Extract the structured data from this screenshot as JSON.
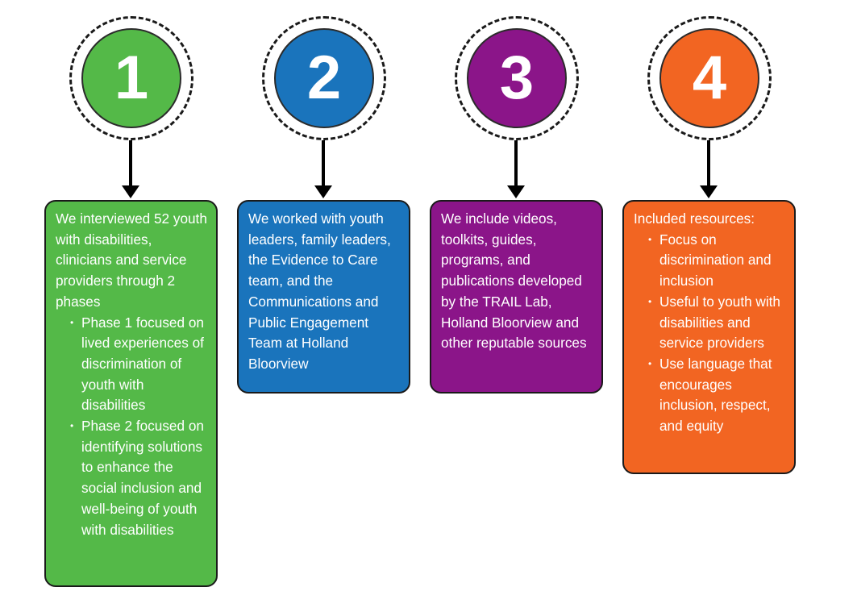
{
  "steps": [
    {
      "number": "1",
      "color": "#54b948",
      "intro": "We interviewed 52 youth with disabilities, clinicians and service providers through 2 phases",
      "bullets": [
        "Phase 1 focused on lived experiences of discrimination of youth with disabilities",
        "Phase 2 focused on identifying solutions to enhance the social inclusion and well-being of youth with disabilities"
      ]
    },
    {
      "number": "2",
      "color": "#1a74bc",
      "intro": "We worked with youth leaders, family leaders, the Evidence to Care team, and the Communications and Public Engagement Team at Holland Bloorview",
      "bullets": []
    },
    {
      "number": "3",
      "color": "#8b1589",
      "intro": "We include videos, toolkits, guides, programs, and publications developed by the TRAIL Lab, Holland Bloorview and other reputable sources",
      "bullets": []
    },
    {
      "number": "4",
      "color": "#f26522",
      "intro": "Included resources:",
      "bullets": [
        "Focus on discrimination and inclusion",
        "Useful to youth with disabilities and service providers",
        "Use language that encourages inclusion, respect, and equity"
      ]
    }
  ]
}
